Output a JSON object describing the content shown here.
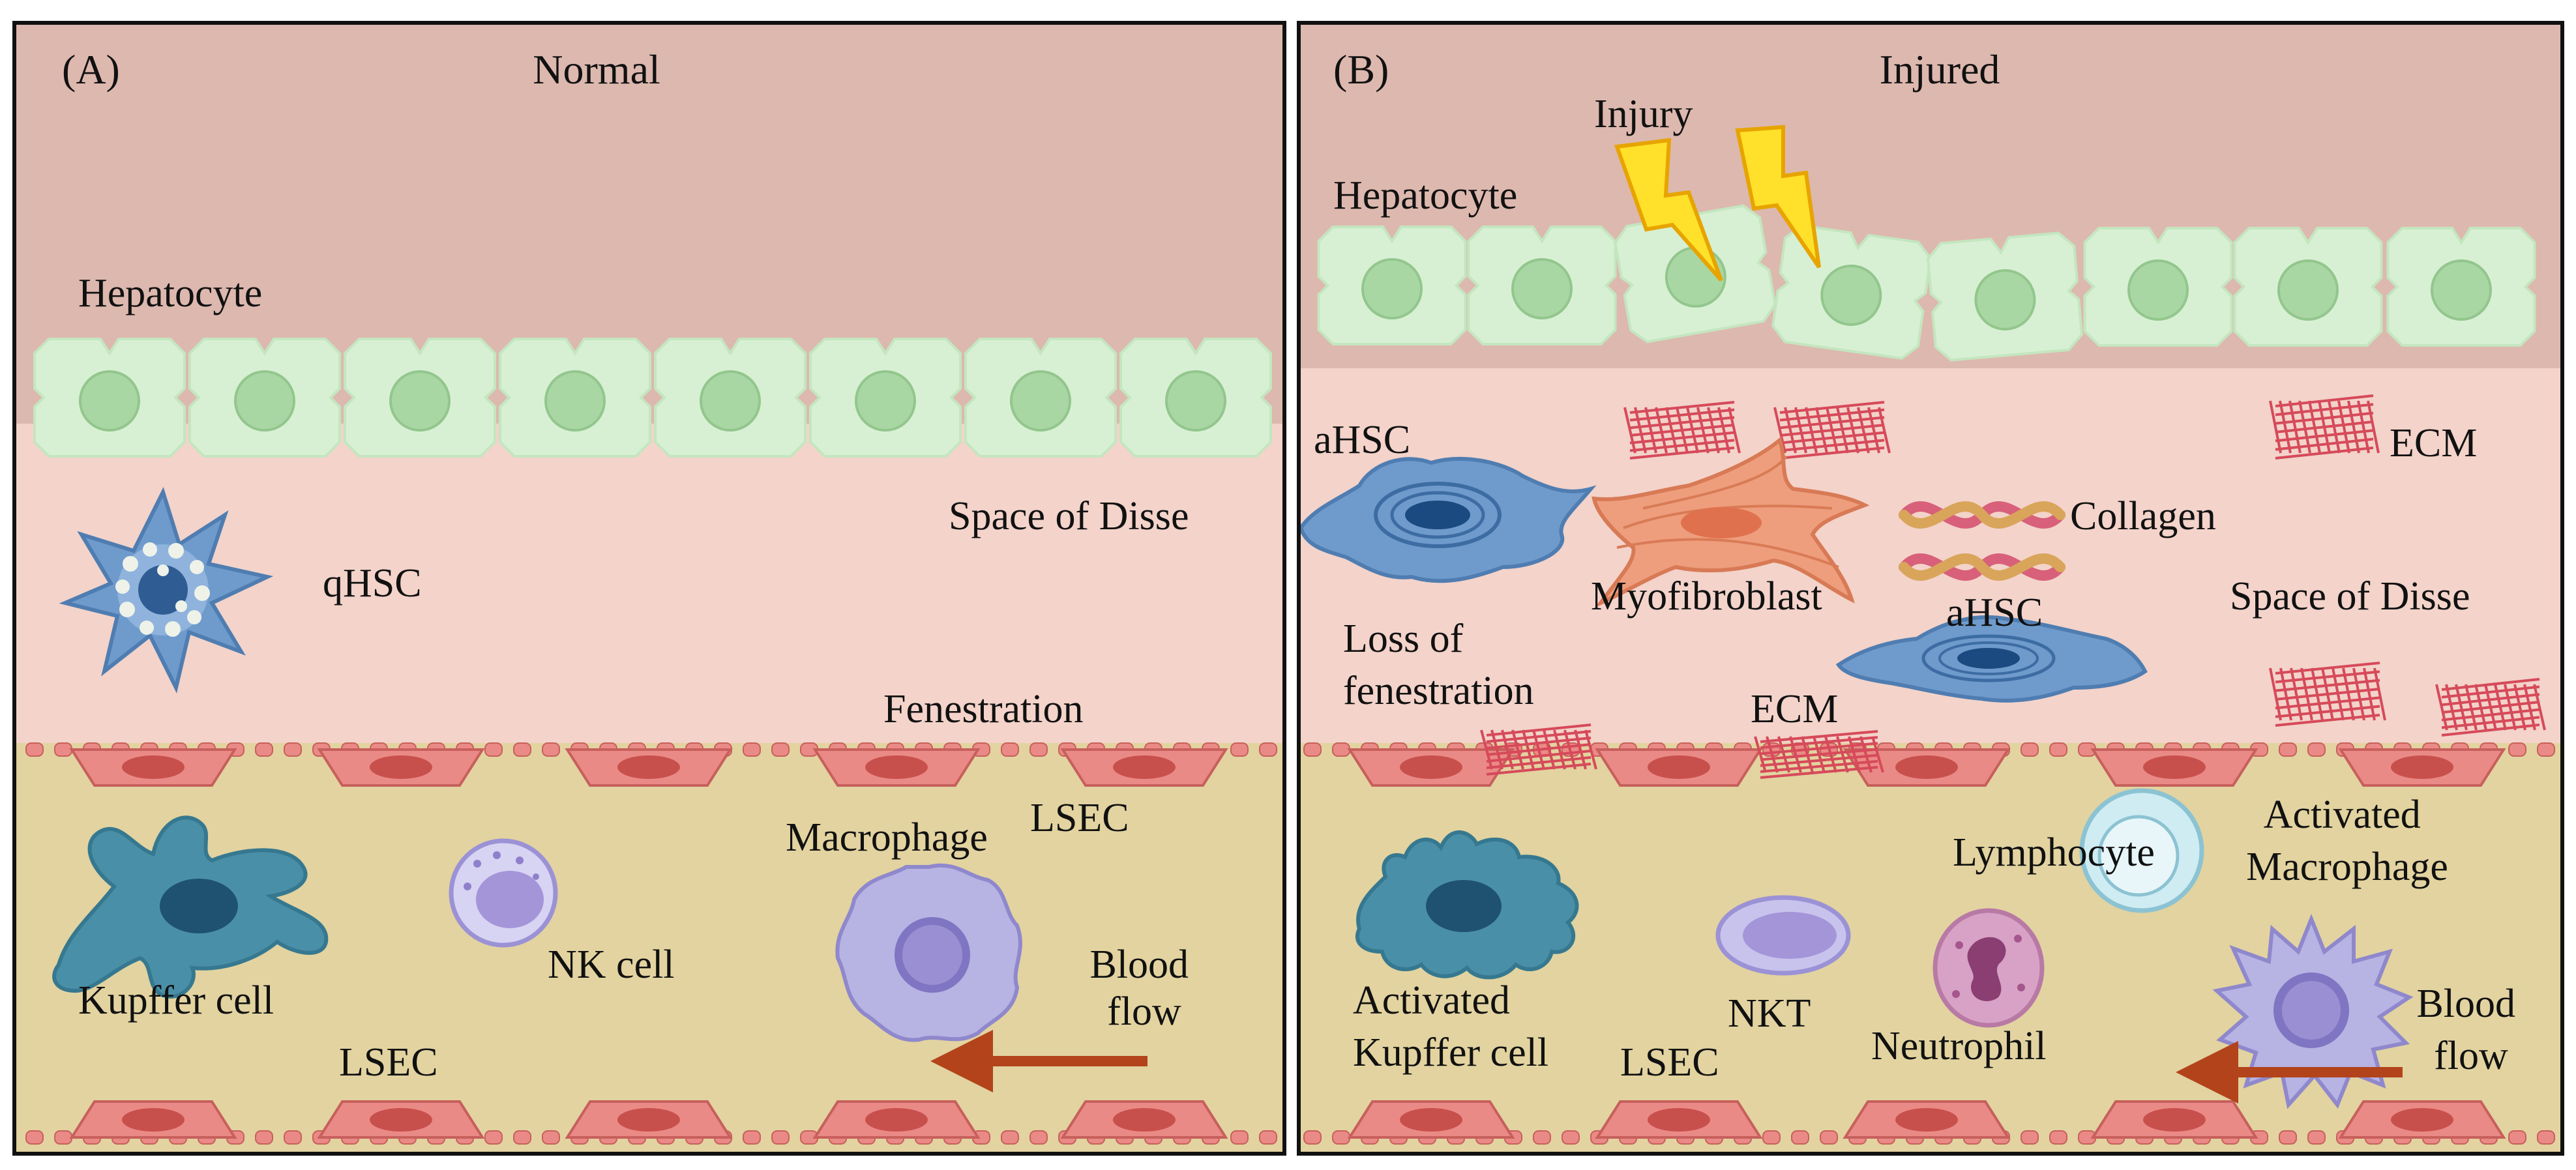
{
  "colors": {
    "upper_tissue": "#ddb8ae",
    "space_of_disse": "#f3d3ca",
    "sinusoid": "#e2d3a0",
    "hepatocyte": "#d7f0d3",
    "hepatocyte_nucleus": "#a9d7a4",
    "lsec": "#ea8a86",
    "lsec_nucleus": "#c8504c",
    "hsc_blue": "#6e9bcc",
    "kupffer": "#4a8fa8",
    "macrophage": "#b7b3e3",
    "ecm": "#d64a5a",
    "collagen_a": "#d8607a",
    "collagen_b": "#d9a55a",
    "myofibroblast": "#ee9e7c",
    "neutrophil": "#d8a1c6",
    "lymphocyte": "#cfecf3",
    "blood_flow_arrow": "#b3431b",
    "injury_bolt": "#ffe02a",
    "frame": "#111111"
  },
  "panel_a": {
    "tag": "(A)",
    "title": "Normal",
    "hepatocyte": "Hepatocyte",
    "space_of_disse": "Space of Disse",
    "qhsc": "qHSC",
    "fenestration": "Fenestration",
    "lsec_top": "LSEC",
    "macrophage": "Macrophage",
    "kupffer_cell": "Kupffer cell",
    "nk_cell": "NK cell",
    "lsec_bottom": "LSEC",
    "blood_flow": [
      "Blood",
      "flow"
    ]
  },
  "panel_b": {
    "tag": "(B)",
    "title": "Injured",
    "injury": "Injury",
    "hepatocyte": "Hepatocyte",
    "ahsc_1": "aHSC",
    "ecm_1": "ECM",
    "collagen": "Collagen",
    "myofibroblast": "Myofibroblast",
    "ahsc_2": "aHSC",
    "space_of_disse": "Space of Disse",
    "loss_of_fenestration": [
      "Loss of",
      "fenestration"
    ],
    "ecm_2": "ECM",
    "lymphocyte": "Lymphocyte",
    "activated_macrophage": [
      "Activated",
      "Macrophage"
    ],
    "activated_kupffer_cell": [
      "Activated",
      "Kupffer cell"
    ],
    "nkt": "NKT",
    "lsec": "LSEC",
    "neutrophil": "Neutrophil",
    "blood_flow": [
      "Blood",
      "flow"
    ]
  }
}
